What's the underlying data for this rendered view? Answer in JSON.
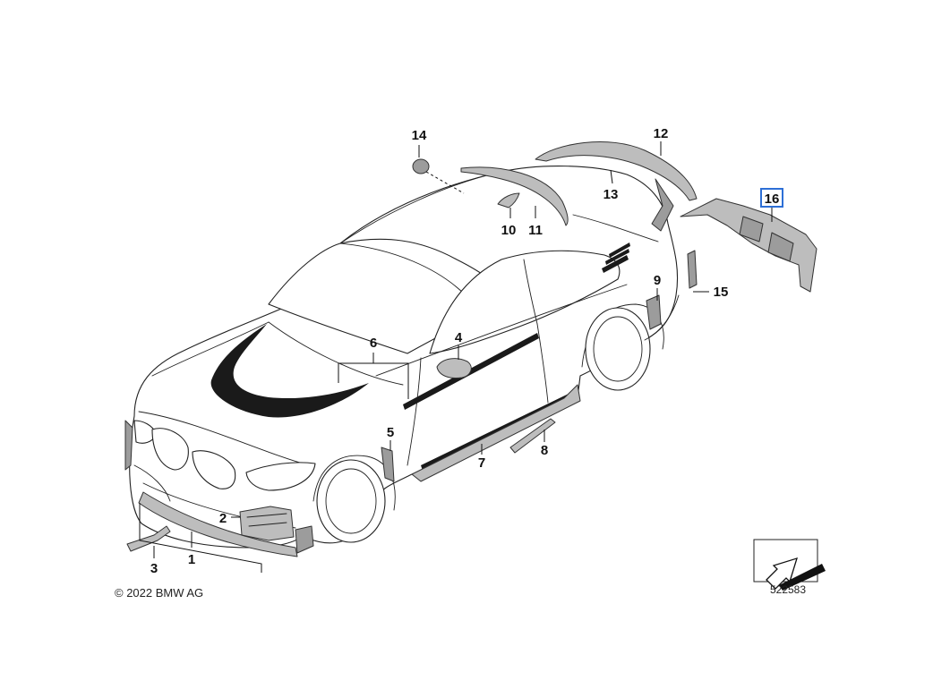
{
  "callouts": [
    {
      "num": "1"
    },
    {
      "num": "2"
    },
    {
      "num": "3"
    },
    {
      "num": "4"
    },
    {
      "num": "5"
    },
    {
      "num": "6"
    },
    {
      "num": "7"
    },
    {
      "num": "8"
    },
    {
      "num": "9"
    },
    {
      "num": "10"
    },
    {
      "num": "11"
    },
    {
      "num": "12"
    },
    {
      "num": "13"
    },
    {
      "num": "14"
    },
    {
      "num": "15"
    },
    {
      "num": "16"
    }
  ],
  "selected_callout": "16",
  "copyright": "© 2022 BMW AG",
  "reference_number": "522583",
  "colors": {
    "highlight": "#2d6fd6",
    "part_fill": "#bdbdbd",
    "decal": "#1a1a1a"
  }
}
